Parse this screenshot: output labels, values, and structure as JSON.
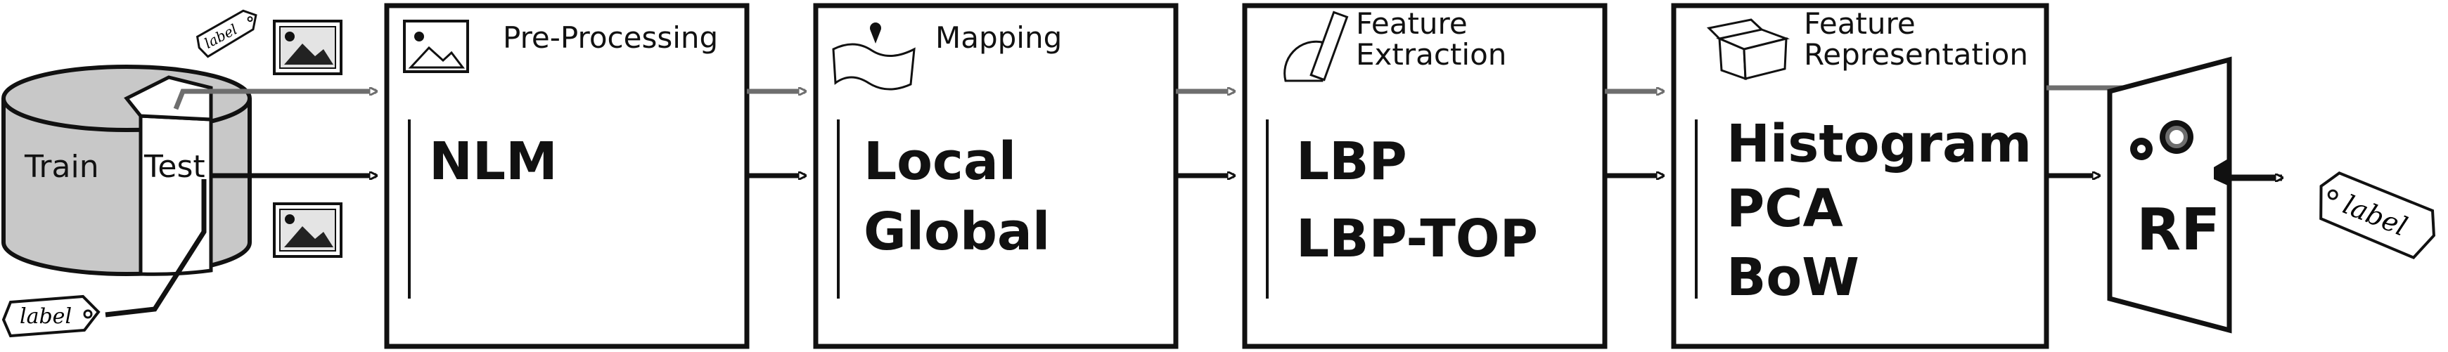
{
  "database": {
    "train_label": "Train",
    "test_label": "Test"
  },
  "tags": {
    "input_tag": "label",
    "input_tag_top": "label",
    "output_tag": "label"
  },
  "stages": [
    {
      "title": "Pre-Processing",
      "items": [
        "NLM"
      ]
    },
    {
      "title": "Mapping",
      "items": [
        "Local",
        "Global"
      ]
    },
    {
      "title_lines": [
        "Feature",
        "Extraction"
      ],
      "items": [
        "LBP",
        "LBP-TOP"
      ]
    },
    {
      "title_lines": [
        "Feature",
        "Representation"
      ],
      "items": [
        "Histogram",
        "PCA",
        "BoW"
      ]
    }
  ],
  "classifier": {
    "label": "RF"
  },
  "colors": {
    "train_fill": "#c8c8c8",
    "gray_line": "#6e6e6e",
    "ink": "#111111"
  }
}
